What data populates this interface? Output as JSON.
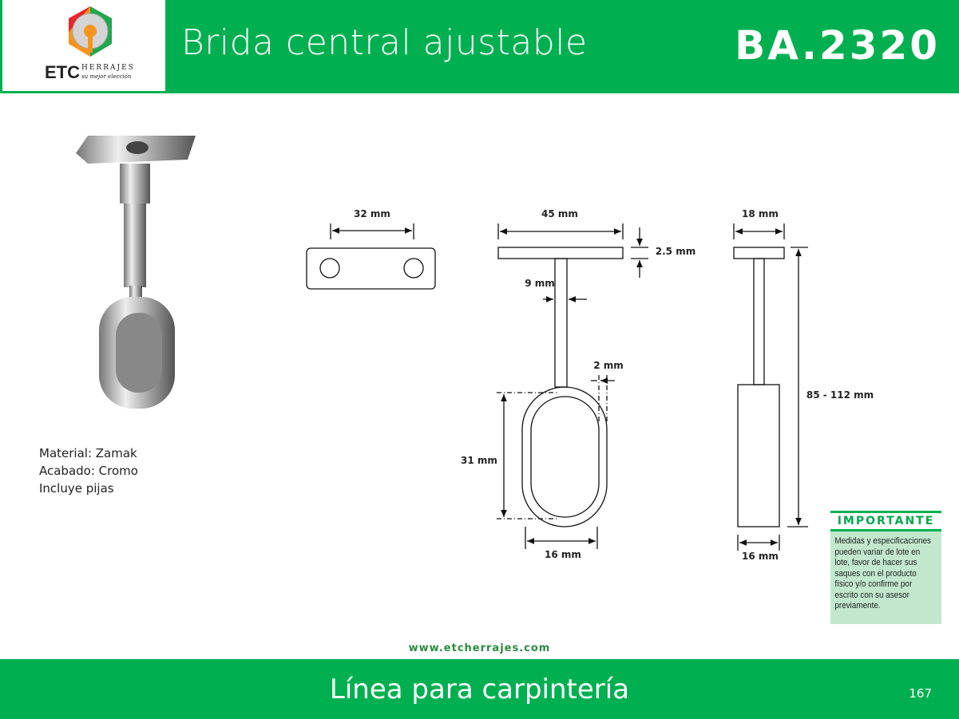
{
  "logo": {
    "brand": "ETC",
    "sub": "HERRAJES",
    "tagline": "su mejor elección"
  },
  "header": {
    "title": "Brida central ajustable",
    "code": "BA.2320"
  },
  "specs": [
    "Material: Zamak",
    "Acabado: Cromo",
    "Incluye pijas"
  ],
  "dimensions": {
    "plate_holes": "32 mm",
    "plate_width": "45 mm",
    "plate_thickness": "2.5 mm",
    "stem": "9 mm",
    "wall": "2 mm",
    "oval_height": "31 mm",
    "oval_width": "16 mm",
    "side_plate": "18 mm",
    "side_width": "16 mm",
    "height_range": "85 - 112 mm"
  },
  "important": {
    "title": "IMPORTANTE",
    "text": "Medidas y especificaciones pueden variar de lote en lote, favor de hacer sus saques con el producto físico y/o confirme por escrito con su asesor previamente."
  },
  "footer": {
    "url": "www.etcherrajes.com",
    "title": "Línea para carpintería",
    "page": "167"
  },
  "colors": {
    "brand_green": "#00b050"
  }
}
